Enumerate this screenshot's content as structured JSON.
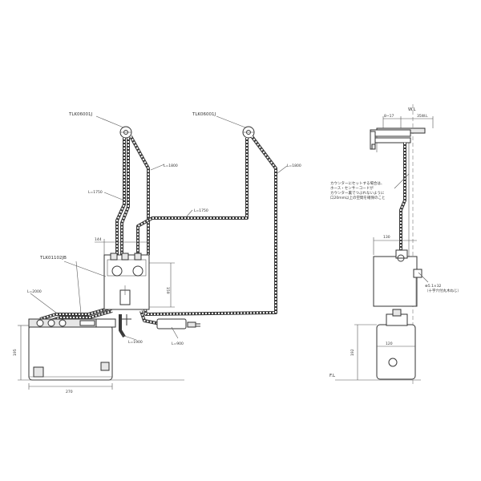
{
  "labels": {
    "model_faucet_left": "TLK06001J",
    "model_faucet_right": "TLK06001J",
    "model_controller": "TLK01102JB",
    "wl": "W.L",
    "fl": "F.L"
  },
  "lengths": {
    "l1800_a": "L=1800",
    "l1750_a": "L=1750",
    "l1750_b": "L=1750",
    "l1800_b": "L=1800",
    "l2000": "L=2000",
    "l1900": "L=1900",
    "l900": "L=900"
  },
  "dimensions": {
    "d144": "144",
    "d159": "159",
    "d195": "195",
    "d270": "270",
    "d8_17": "8~17",
    "d35wl": "35W.L",
    "d130": "130",
    "d120": "120",
    "d192": "192",
    "screw": "⊕5.1×32",
    "screw_note": "（十字穴付丸木ねじ）"
  },
  "notes": {
    "counter_note_1": "カウンターにセットする場合は、",
    "counter_note_2": "ホース・センサーコードが",
    "counter_note_3": "カウンター裏でつぶれないように",
    "counter_note_4": "口20mm以上の空間を確保のこと"
  }
}
